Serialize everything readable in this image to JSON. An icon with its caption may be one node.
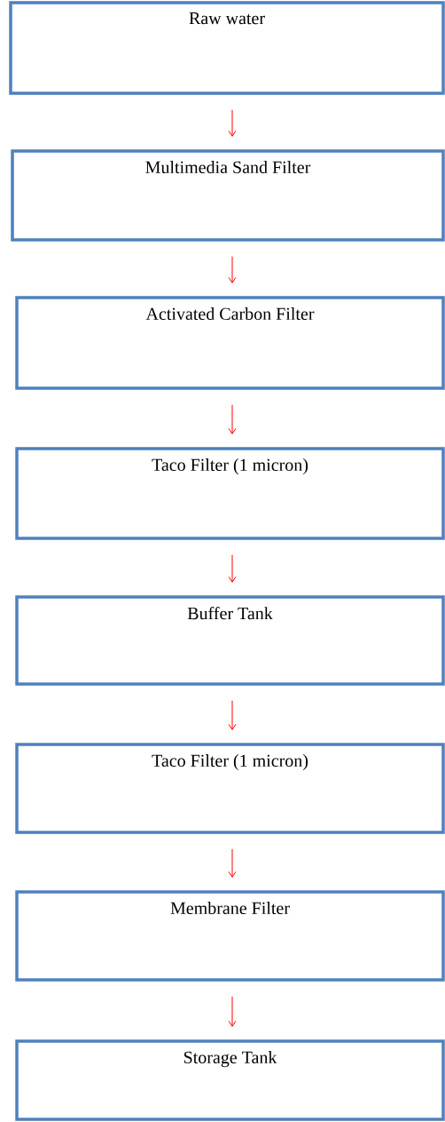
{
  "diagram": {
    "nodes": [
      {
        "text": [
          "Raw water"
        ]
      },
      {
        "text": [
          "Multimedia Sand Filter"
        ]
      },
      {
        "text": [
          "Activated Carbon Filter"
        ]
      },
      {
        "text": [
          "Taco Filter (1 micron)"
        ]
      },
      {
        "text": [
          "Buffer Tank"
        ]
      },
      {
        "text": [
          "Taco Filter (1 micron)"
        ]
      },
      {
        "text": [
          "Membrane Filter"
        ]
      },
      {
        "text": [
          "Storage Tank"
        ]
      }
    ],
    "edges": [
      {
        "from": 0,
        "to": 1,
        "arrow": "to",
        "color": "#ff0000"
      },
      {
        "from": 1,
        "to": 2,
        "arrow": "to",
        "color": "#ff0000"
      },
      {
        "from": 2,
        "to": 3,
        "arrow": "to",
        "color": "#ff0000"
      },
      {
        "from": 3,
        "to": 4,
        "arrow": "to",
        "color": "#ff0000"
      },
      {
        "from": 4,
        "to": 5,
        "arrow": "to",
        "color": "#ff0000"
      },
      {
        "from": 5,
        "to": 6,
        "arrow": "to",
        "color": "#ff0000"
      },
      {
        "from": 6,
        "to": 7,
        "arrow": "to",
        "color": "#ff0000"
      }
    ]
  }
}
